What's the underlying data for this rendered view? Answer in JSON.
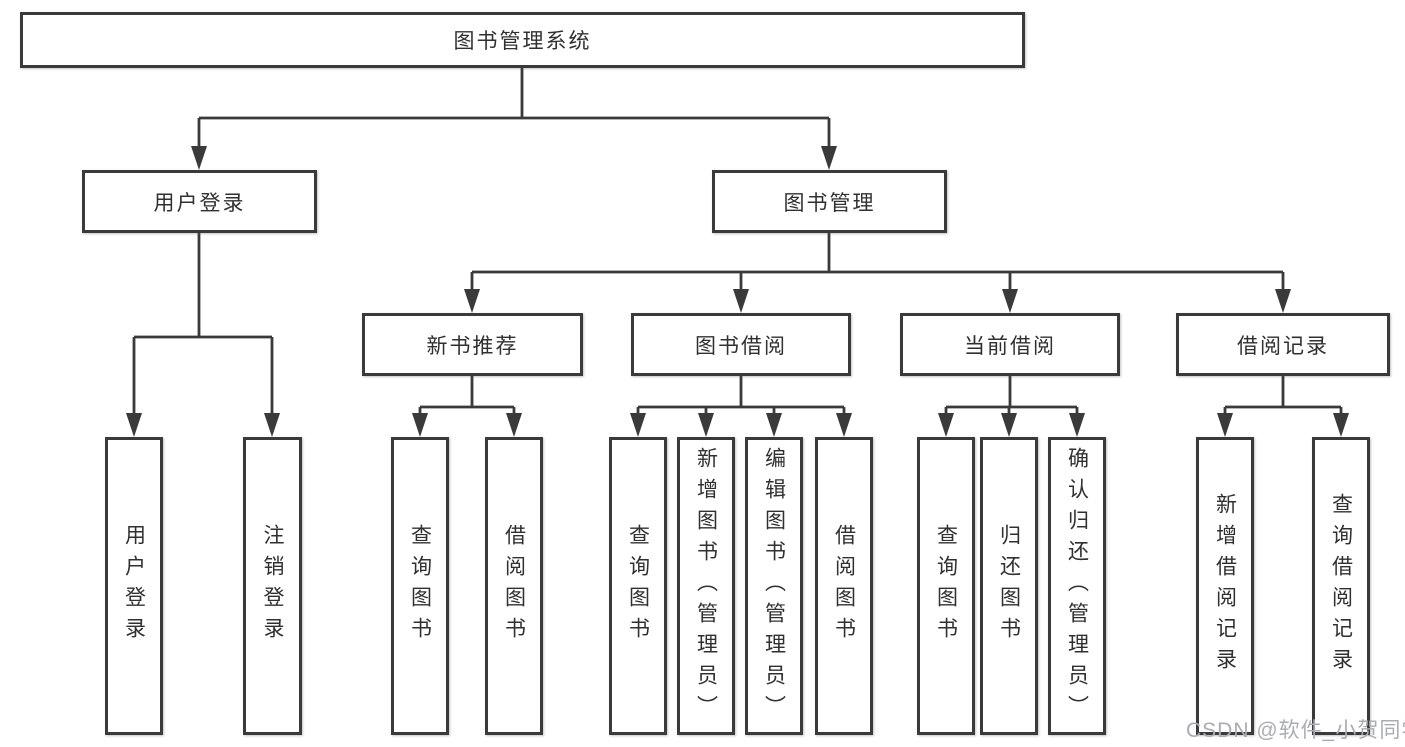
{
  "diagram": {
    "root": {
      "label": "图书管理系统"
    },
    "level2": [
      {
        "label": "用户登录"
      },
      {
        "label": "图书管理"
      }
    ],
    "level3": [
      {
        "label": "新书推荐"
      },
      {
        "label": "图书借阅"
      },
      {
        "label": "当前借阅"
      },
      {
        "label": "借阅记录"
      }
    ],
    "leaves": {
      "user_login": [
        "用户登录",
        "注销登录"
      ],
      "new_books": [
        "查询图书",
        "借阅图书"
      ],
      "book_borrow": [
        "查询图书",
        "新增图书（管理员）",
        "编辑图书（管理员）",
        "借阅图书"
      ],
      "current_borrow": [
        "查询图书",
        "归还图书",
        "确认归还（管理员）"
      ],
      "borrow_records": [
        "新增借阅记录",
        "查询借阅记录"
      ]
    },
    "colors": {
      "line": "#3a3a3a",
      "text": "#303030",
      "watermark": "#a9adb3"
    },
    "watermark": "CSDN @软件_小贺同学"
  }
}
